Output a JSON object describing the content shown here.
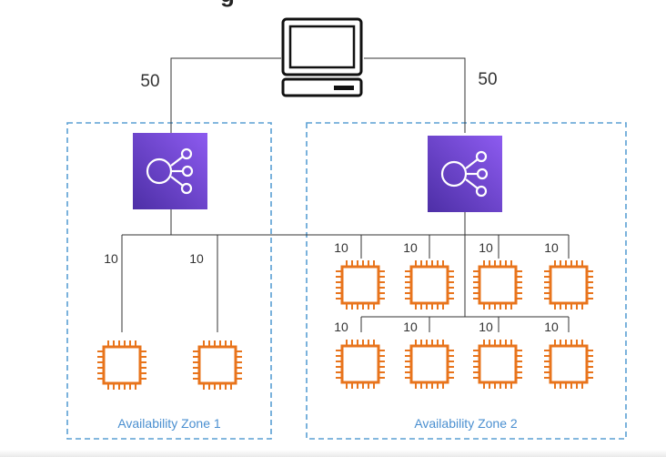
{
  "title_fragment": "g",
  "client": {
    "icon": "desktop-computer-icon"
  },
  "weights": {
    "left_route": "50",
    "right_route": "50",
    "instance_labels": [
      "10",
      "10",
      "10",
      "10",
      "10",
      "10",
      "10",
      "10",
      "10",
      "10"
    ]
  },
  "zones": [
    {
      "label": "Availability Zone 1"
    },
    {
      "label": "Availability Zone 2"
    }
  ],
  "load_balancer": {
    "icon": "elastic-load-balancer-icon"
  },
  "instance": {
    "icon": "ec2-instance-chip-icon"
  },
  "colors": {
    "zone_border": "#5a9fd4",
    "zone_label": "#4a8fd0",
    "lb_gradient_start": "#8d5bf0",
    "lb_gradient_end": "#4d2fa6",
    "instance": "#e8741c",
    "line": "#333333"
  }
}
